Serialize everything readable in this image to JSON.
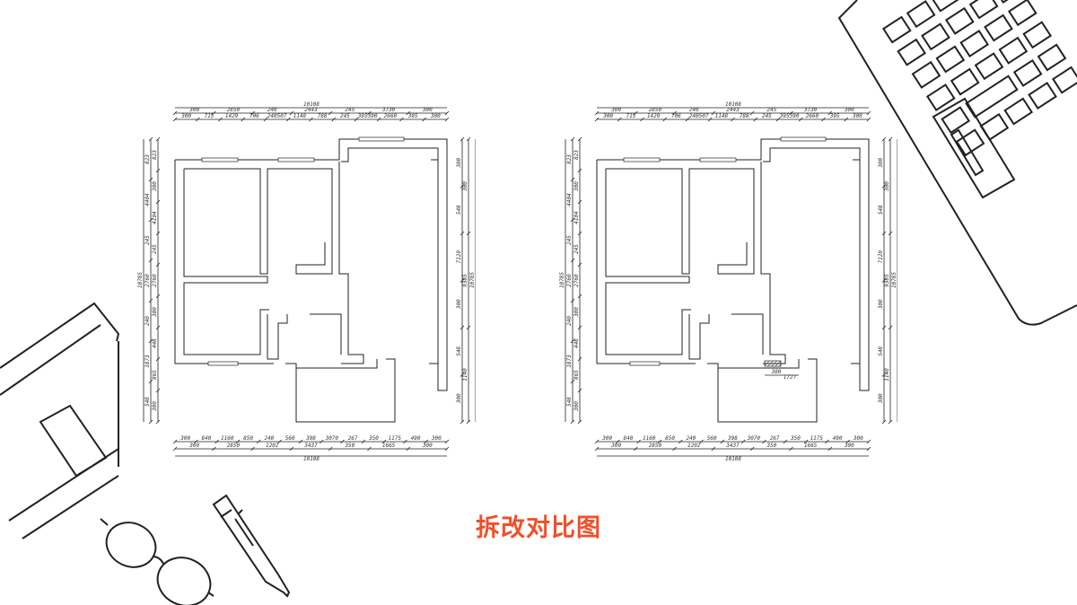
{
  "caption": "拆改对比图",
  "accent_color": "#f0502a",
  "plans": [
    {
      "id": "before",
      "top": {
        "total": "10108",
        "row1": [
          "300",
          "2850",
          "240",
          "2443",
          "245",
          "3730",
          "300"
        ],
        "row2": [
          "300",
          "715",
          "1429",
          "706",
          "240507",
          "1148",
          "788",
          "245",
          "395390",
          "2660",
          "395",
          "300"
        ]
      },
      "bottom": {
        "total": "10108",
        "row1": [
          "300",
          "840",
          "1160",
          "850",
          "240",
          "560",
          "398",
          "3070",
          "267",
          "350",
          "1175",
          "490",
          "300"
        ],
        "row2": [
          "300",
          "2850",
          "1202",
          "3437",
          "350",
          "1665",
          "300"
        ]
      },
      "left": {
        "total": "10785",
        "row1": [
          "823",
          "4404",
          "245",
          "2760",
          "240",
          "1873",
          "548"
        ],
        "row2": [
          "823",
          "300",
          "4104",
          "245",
          "2760",
          "300",
          "448",
          "865",
          "300"
        ]
      },
      "right": {
        "total": "10785",
        "row1": [
          "300",
          "9385",
          "1140"
        ],
        "row2": [
          "300",
          "548",
          "7120",
          "300",
          "548",
          "300"
        ]
      }
    },
    {
      "id": "after",
      "note": "1727",
      "note2": "380",
      "top": {
        "total": "10108",
        "row1": [
          "300",
          "2850",
          "240",
          "2443",
          "245",
          "3730",
          "300"
        ],
        "row2": [
          "300",
          "715",
          "1429",
          "706",
          "240507",
          "1148",
          "788",
          "245",
          "395390",
          "2660",
          "395",
          "300"
        ]
      },
      "bottom": {
        "total": "10108",
        "row1": [
          "300",
          "840",
          "1160",
          "850",
          "240",
          "560",
          "398",
          "3070",
          "267",
          "350",
          "1175",
          "490",
          "300"
        ],
        "row2": [
          "300",
          "2850",
          "1202",
          "3437",
          "350",
          "1665",
          "300"
        ]
      },
      "left": {
        "total": "10785",
        "row1": [
          "823",
          "4404",
          "245",
          "2760",
          "240",
          "1873",
          "548"
        ],
        "row2": [
          "823",
          "300",
          "4104",
          "245",
          "2760",
          "300",
          "448",
          "865",
          "300"
        ]
      },
      "right": {
        "total": "10785",
        "row1": [
          "300",
          "9385",
          "1140"
        ],
        "row2": [
          "300",
          "548",
          "7120",
          "300",
          "548",
          "300"
        ]
      }
    }
  ]
}
